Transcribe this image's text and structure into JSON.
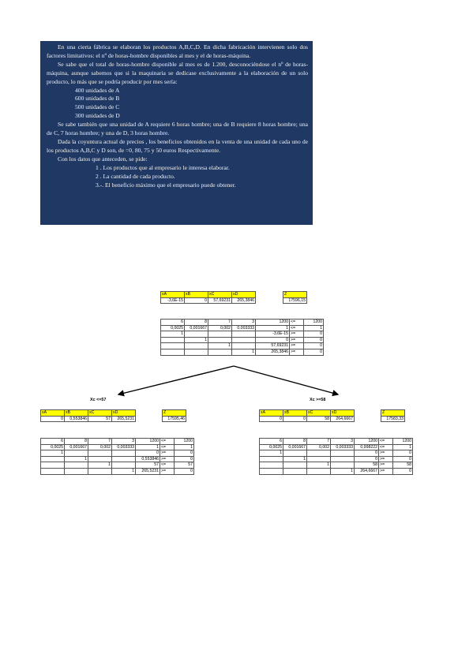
{
  "problem": {
    "p1": "En una cierta fábrica se elaboran los productos A,B,C,D. En dicha fabricación intervienen solo dos factores limitativos: el nº de horas-hombre disponibles al mes y el de horas-máquina.",
    "p2": "Se sabe que el total de horas-hombre disponible al mes es de 1.200, desconociéndose el nº de horas-máquina, aunque sabemos que si la maquinaria se dedicase exclusivamente a la elaboración de un solo producto, lo más que se podría producir por mes sería:",
    "items": [
      "400 unidades de A",
      "600 unidades de B",
      "500 unidades de C",
      "300 unidades de D"
    ],
    "p3": "Se sabe también que una unidad de A requiere 6 horas hombre; una de B requiere 8 horas hombre; una de C, 7 horas hombre; y una de D, 3 horas hombre.",
    "p4": "Dada la coyuntura actual de precios , los beneficios obtenidos en la venta de una unidad de cada uno de los productos A,B,C y D son, de =0, 80, 75 y 50 euros Respectivamente.",
    "p5": "Con los datos que anteceden, se pide:",
    "questions": [
      "1 .  Los productos que al empresario le interesa elaborar.",
      "2 .  La cantidad de cada producto.",
      "3.-.  El beneficio máximo que el empresario puede obtener."
    ]
  },
  "root": {
    "headers": [
      "xA",
      "xB",
      "xC",
      "xD"
    ],
    "values": [
      "-3,6E-15",
      "0",
      "57,69231",
      "265,3846"
    ],
    "z_header": "Z",
    "z_value": "17596,15",
    "rows": [
      [
        "6",
        "8",
        "7",
        "3",
        "1200",
        "<=",
        "1200"
      ],
      [
        "0,0025",
        "0,001667",
        "0,002",
        "0,003333",
        "1",
        "<=",
        "1"
      ],
      [
        "1",
        "",
        "",
        "",
        "-3,6E-15",
        ">=",
        "0"
      ],
      [
        "",
        "1",
        "",
        "",
        "0",
        ">=",
        "0"
      ],
      [
        "",
        "",
        "1",
        "",
        "57,69231",
        ">=",
        "0"
      ],
      [
        "",
        "",
        "",
        "1",
        "265,3846",
        ">=",
        "0"
      ]
    ]
  },
  "left": {
    "branch_label": "Xc <=57",
    "headers": [
      "xA",
      "xB",
      "xC",
      "xD"
    ],
    "values": [
      "0",
      "0,553846",
      "57",
      "265,5231"
    ],
    "z_header": "Z",
    "z_value": "17595,46",
    "rows": [
      [
        "6",
        "8",
        "7",
        "3",
        "1200",
        "<=",
        "1200"
      ],
      [
        "0,0025",
        "0,001667",
        "0,002",
        "0,003333",
        "1",
        "<=",
        "1"
      ],
      [
        "1",
        "",
        "",
        "",
        "0",
        ">=",
        "0"
      ],
      [
        "",
        "1",
        "",
        "",
        "0,553846",
        ">=",
        "0"
      ],
      [
        "",
        "",
        "1",
        "",
        "57",
        "<=",
        "57"
      ],
      [
        "",
        "",
        "",
        "1",
        "265,5231",
        ">=",
        "0"
      ]
    ]
  },
  "right": {
    "branch_label": "Xc >=58",
    "headers": [
      "xA",
      "xB",
      "xC",
      "xD"
    ],
    "values": [
      "0",
      "0",
      "58",
      "264,6667"
    ],
    "z_header": "Z",
    "z_value": "17583,33",
    "rows": [
      [
        "6",
        "8",
        "7",
        "3",
        "1200",
        "<=",
        "1200"
      ],
      [
        "0,0025",
        "0,001667",
        "0,002",
        "0,003333",
        "0,998222",
        "<=",
        "1"
      ],
      [
        "1",
        "",
        "",
        "",
        "0",
        ">=",
        "0"
      ],
      [
        "",
        "1",
        "",
        "",
        "0",
        ">=",
        "0"
      ],
      [
        "",
        "",
        "1",
        "",
        "58",
        ">=",
        "58"
      ],
      [
        "",
        "",
        "",
        "1",
        "264,6667",
        ">=",
        "0"
      ]
    ]
  }
}
